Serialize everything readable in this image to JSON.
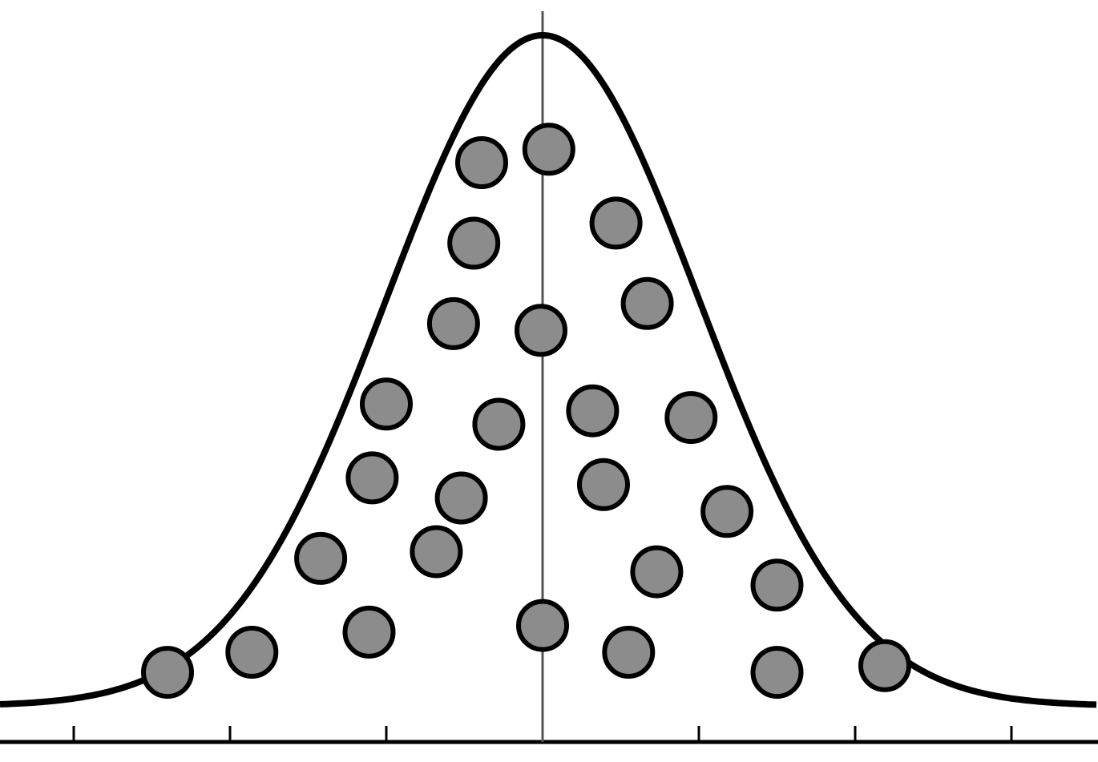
{
  "diagram": {
    "kind": "normal-distribution-with-sample-dots",
    "x_ticks": [
      -3,
      -2,
      -1,
      0,
      1,
      2,
      3
    ],
    "x_range": [
      -3.5,
      3.5
    ],
    "curve": {
      "shape": "bell-curve",
      "peak_fraction": 0.95,
      "baseline_fraction": 0.047
    },
    "sample_points": [
      {
        "x": -2.4,
        "level": 0.05
      },
      {
        "x": -1.86,
        "level": 0.08
      },
      {
        "x": -1.11,
        "level": 0.11
      },
      {
        "x": -1.42,
        "level": 0.22
      },
      {
        "x": -0.68,
        "level": 0.23
      },
      {
        "x": -1.09,
        "level": 0.34
      },
      {
        "x": -0.52,
        "level": 0.31
      },
      {
        "x": -1.0,
        "level": 0.45
      },
      {
        "x": -0.28,
        "level": 0.42
      },
      {
        "x": -0.57,
        "level": 0.57
      },
      {
        "x": -0.01,
        "level": 0.56
      },
      {
        "x": -0.44,
        "level": 0.69
      },
      {
        "x": -0.39,
        "level": 0.81
      },
      {
        "x": 0.04,
        "level": 0.83
      },
      {
        "x": 0.47,
        "level": 0.72
      },
      {
        "x": 0.67,
        "level": 0.6
      },
      {
        "x": 0.32,
        "level": 0.44
      },
      {
        "x": 0.95,
        "level": 0.43
      },
      {
        "x": 0.39,
        "level": 0.33
      },
      {
        "x": 1.18,
        "level": 0.29
      },
      {
        "x": 0.73,
        "level": 0.2
      },
      {
        "x": 1.5,
        "level": 0.18
      },
      {
        "x": 0.0,
        "level": 0.12
      },
      {
        "x": 0.55,
        "level": 0.08
      },
      {
        "x": 1.5,
        "level": 0.05
      },
      {
        "x": 2.19,
        "level": 0.06
      }
    ],
    "colors": {
      "background": "#ffffff",
      "curve": "#000000",
      "axis": "#000000",
      "center_line": "#555555",
      "dot_fill": "#8c8c8c",
      "dot_stroke": "#000000"
    }
  }
}
